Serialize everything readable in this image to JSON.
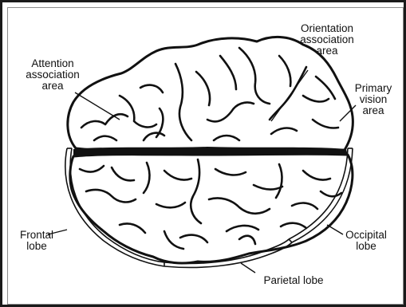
{
  "labels": {
    "attention": [
      "Attention",
      "association",
      "area"
    ],
    "orientation": [
      "Orientation",
      "association",
      "area"
    ],
    "primary_vision": [
      "Primary",
      "vision",
      "area"
    ],
    "frontal": [
      "Frontal",
      "lobe"
    ],
    "occipital": [
      "Occipital",
      "lobe"
    ],
    "parietal": "Parietal lobe"
  },
  "colors": {
    "ink": "#111111",
    "paper": "#ffffff",
    "border": "#1a1a1a"
  }
}
